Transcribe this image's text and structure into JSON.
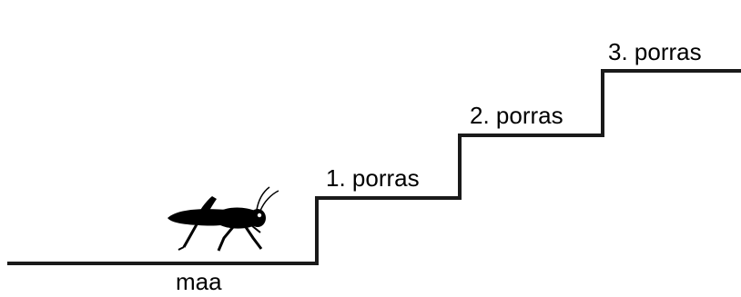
{
  "colors": {
    "line": "#1a1a1a",
    "insect": "#000000",
    "background": "#ffffff"
  },
  "icons": {
    "insect": "grasshopper-icon"
  },
  "labels": {
    "ground": "maa",
    "step_1": "1. porras",
    "step_2": "2. porras",
    "step_3": "3. porras"
  }
}
